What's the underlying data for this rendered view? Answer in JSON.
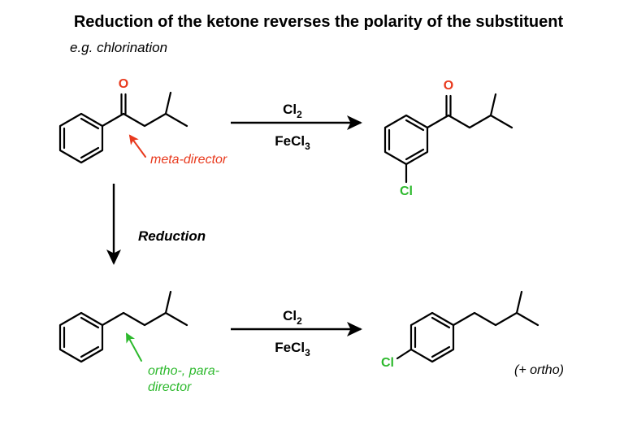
{
  "title": "Reduction of the ketone reverses the polarity of the substituent",
  "subtitle": "e.g. chlorination",
  "annotations": {
    "meta_director": "meta-director",
    "reduction": "Reduction",
    "ortho_para_line1": "ortho-, para-",
    "ortho_para_line2": "director"
  },
  "molecules": {
    "ketone": {
      "oxygen": "O"
    },
    "meta_chloro_ketone": {
      "oxygen": "O",
      "chlorine": "Cl"
    },
    "para_chloro_product": {
      "chlorine": "Cl",
      "note": "(+ ortho)"
    }
  },
  "reactions": {
    "top": {
      "line1": {
        "base": "Cl",
        "sub": "2"
      },
      "line2": {
        "base": "FeCl",
        "sub": "3"
      }
    },
    "bottom": {
      "line1": {
        "base": "Cl",
        "sub": "2"
      },
      "line2": {
        "base": "FeCl",
        "sub": "3"
      }
    }
  },
  "colors": {
    "red": "#e8391d",
    "green": "#2db92d",
    "black": "#000000"
  }
}
